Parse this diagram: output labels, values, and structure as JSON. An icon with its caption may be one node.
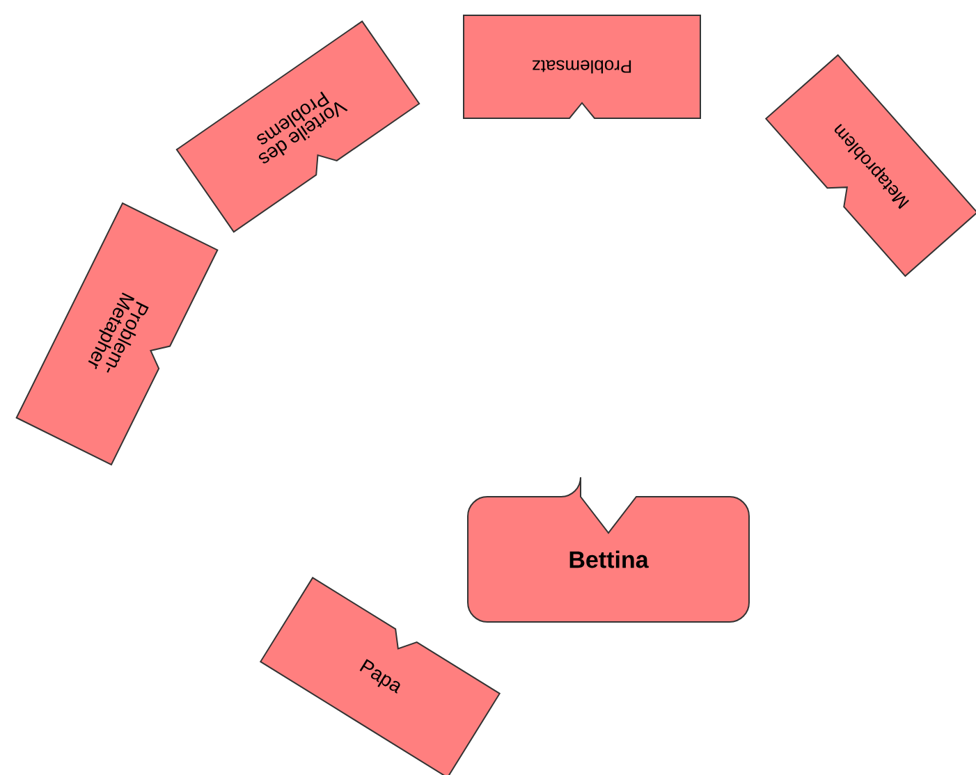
{
  "diagram": {
    "nodes": [
      {
        "text": [
          "Problemsatz"
        ]
      },
      {
        "text": [
          "Vorteile des Problems"
        ]
      },
      {
        "text": [
          "Metaproblem"
        ]
      },
      {
        "text": [
          "Problem-Metapher"
        ]
      },
      {
        "text": [
          "Bettina"
        ]
      },
      {
        "text": [
          "Papa"
        ]
      }
    ]
  }
}
